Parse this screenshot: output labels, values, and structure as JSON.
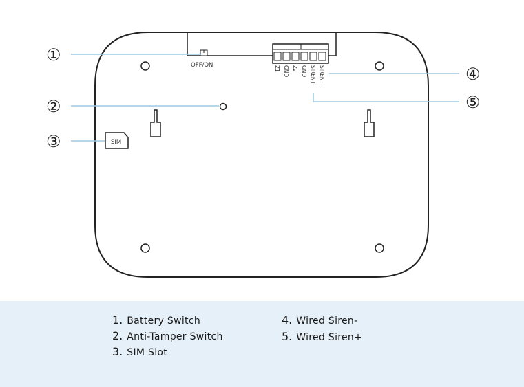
{
  "callouts": {
    "c1": "①",
    "c2": "②",
    "c3": "③",
    "c4": "④",
    "c5": "⑤"
  },
  "device": {
    "switch_label": "OFF/ON",
    "sim_label": "SIM",
    "terminal_labels": {
      "t1": "Z1",
      "t2": "GND",
      "t3": "Z2",
      "t4": "GND",
      "t5": "SIREN+",
      "t6": "SIREN−"
    }
  },
  "legend": {
    "item1": {
      "num": "1.",
      "text": "Battery Switch"
    },
    "item2": {
      "num": "2.",
      "text": "Anti-Tamper Switch"
    },
    "item3": {
      "num": "3.",
      "text": "SIM Slot"
    },
    "item4": {
      "num": "4.",
      "text": "Wired Siren-"
    },
    "item5": {
      "num": "5.",
      "text": "Wired Siren+"
    }
  },
  "colors": {
    "leader_line": "#9ec9e2",
    "outline": "#222222",
    "legend_bg": "#e6f0f8"
  }
}
